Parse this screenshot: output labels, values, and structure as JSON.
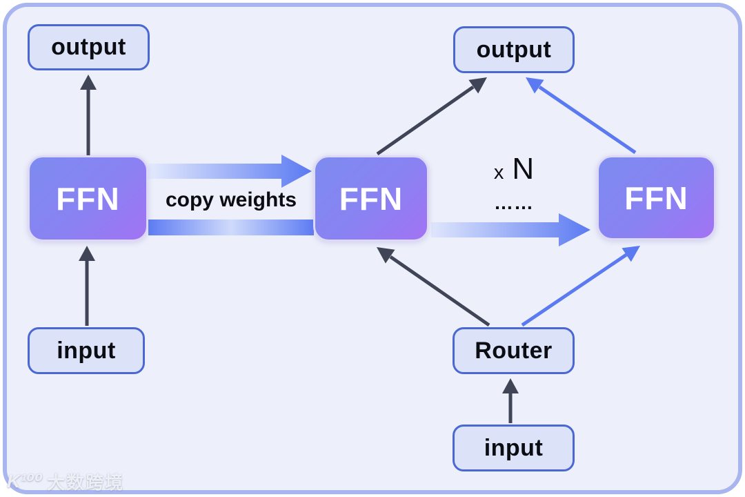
{
  "nodes": {
    "output_left": "output",
    "ffn_left": "FFN",
    "input_left": "input",
    "output_right": "output",
    "ffn_middle": "FFN",
    "ffn_right": "FFN",
    "router": "Router",
    "input_right": "input"
  },
  "labels": {
    "copy_weights": "copy weights",
    "multiplier_prefix": "x",
    "multiplier_value": "N",
    "ellipsis": "……"
  },
  "watermark": {
    "logo": "K¹⁰⁰",
    "text": "大数跨境"
  },
  "colors": {
    "frame_border": "#a9b5ee",
    "canvas_background": "#edf0fa",
    "node_fill": "#dce3f9",
    "node_border": "#4b68d2",
    "ffn_gradient_start": "#7c8bf0",
    "ffn_gradient_end": "#a273f4",
    "dark_arrow": "#3f4456",
    "blue_arrow": "#5b7af2",
    "copy_arrow_light": "#e4ebfd"
  }
}
